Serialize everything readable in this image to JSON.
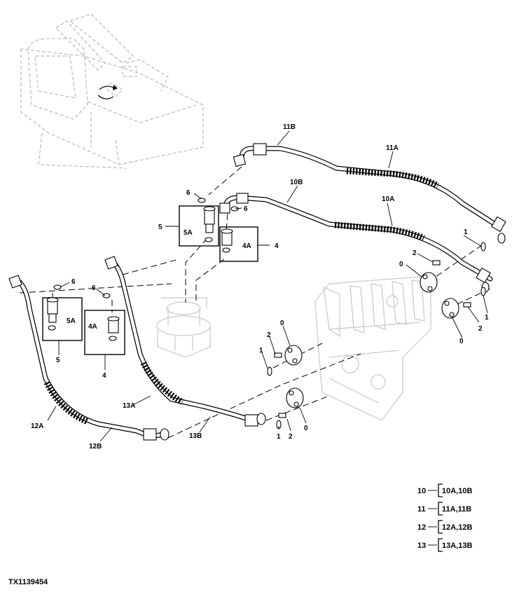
{
  "callouts": {
    "c11B": "11B",
    "c11A": "11A",
    "c10B": "10B",
    "c10A": "10A",
    "c6a": "6",
    "c6b": "6",
    "c5": "5",
    "c5A": "5A",
    "c4A": "4A",
    "c4": "4",
    "c1a": "1",
    "c2a": "2",
    "c0a": "0",
    "c2b": "2",
    "c1b": "1",
    "c0b": "0",
    "c6c": "6",
    "c6d": "6",
    "c5Ab": "5A",
    "c5b": "5",
    "c4Ab": "4A",
    "c4b": "4",
    "c0c": "0",
    "c2c": "2",
    "c1c": "1",
    "c12A": "12A",
    "c12B": "12B",
    "c13A": "13A",
    "c13B": "13B",
    "c1d": "1",
    "c2d": "2",
    "c0d": "0"
  },
  "legend": [
    {
      "num": "10",
      "parts": "10A,10B"
    },
    {
      "num": "11",
      "parts": "11A,11B"
    },
    {
      "num": "12",
      "parts": "12A,12B"
    },
    {
      "num": "13",
      "parts": "13A,13B"
    }
  ],
  "figure_id": "TX1139454"
}
